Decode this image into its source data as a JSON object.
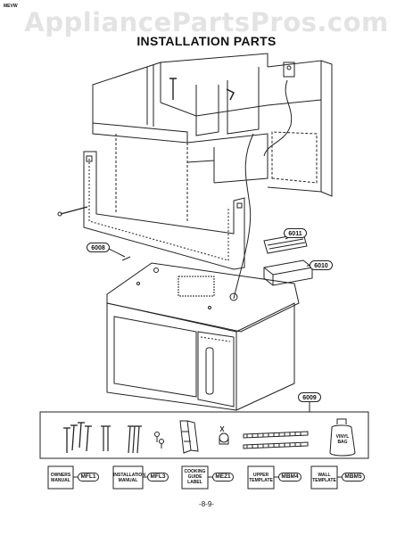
{
  "header": {
    "corner_code": "MEVW",
    "watermark": "AppliancePartsPros.com",
    "title": "INSTALLATION PARTS"
  },
  "callouts": {
    "c6008": "6008",
    "c6011": "6011",
    "c6010": "6010",
    "c6009": "6009"
  },
  "kit": {
    "vinyl_bag_label": "VINYL BAG"
  },
  "manuals": [
    {
      "label": "OWNERS MANUAL",
      "code": "MFL1"
    },
    {
      "label": "INSTALLATION MANUAL",
      "code": "MFL3"
    },
    {
      "label": "COOKING GUIDE LABEL",
      "code": "MEZ1"
    },
    {
      "label": "UPPER TEMPLATE",
      "code": "MBM4"
    },
    {
      "label": "WALL TEMPLATE",
      "code": "MBM5"
    }
  ],
  "footer": {
    "page_number": "-8-9-"
  }
}
